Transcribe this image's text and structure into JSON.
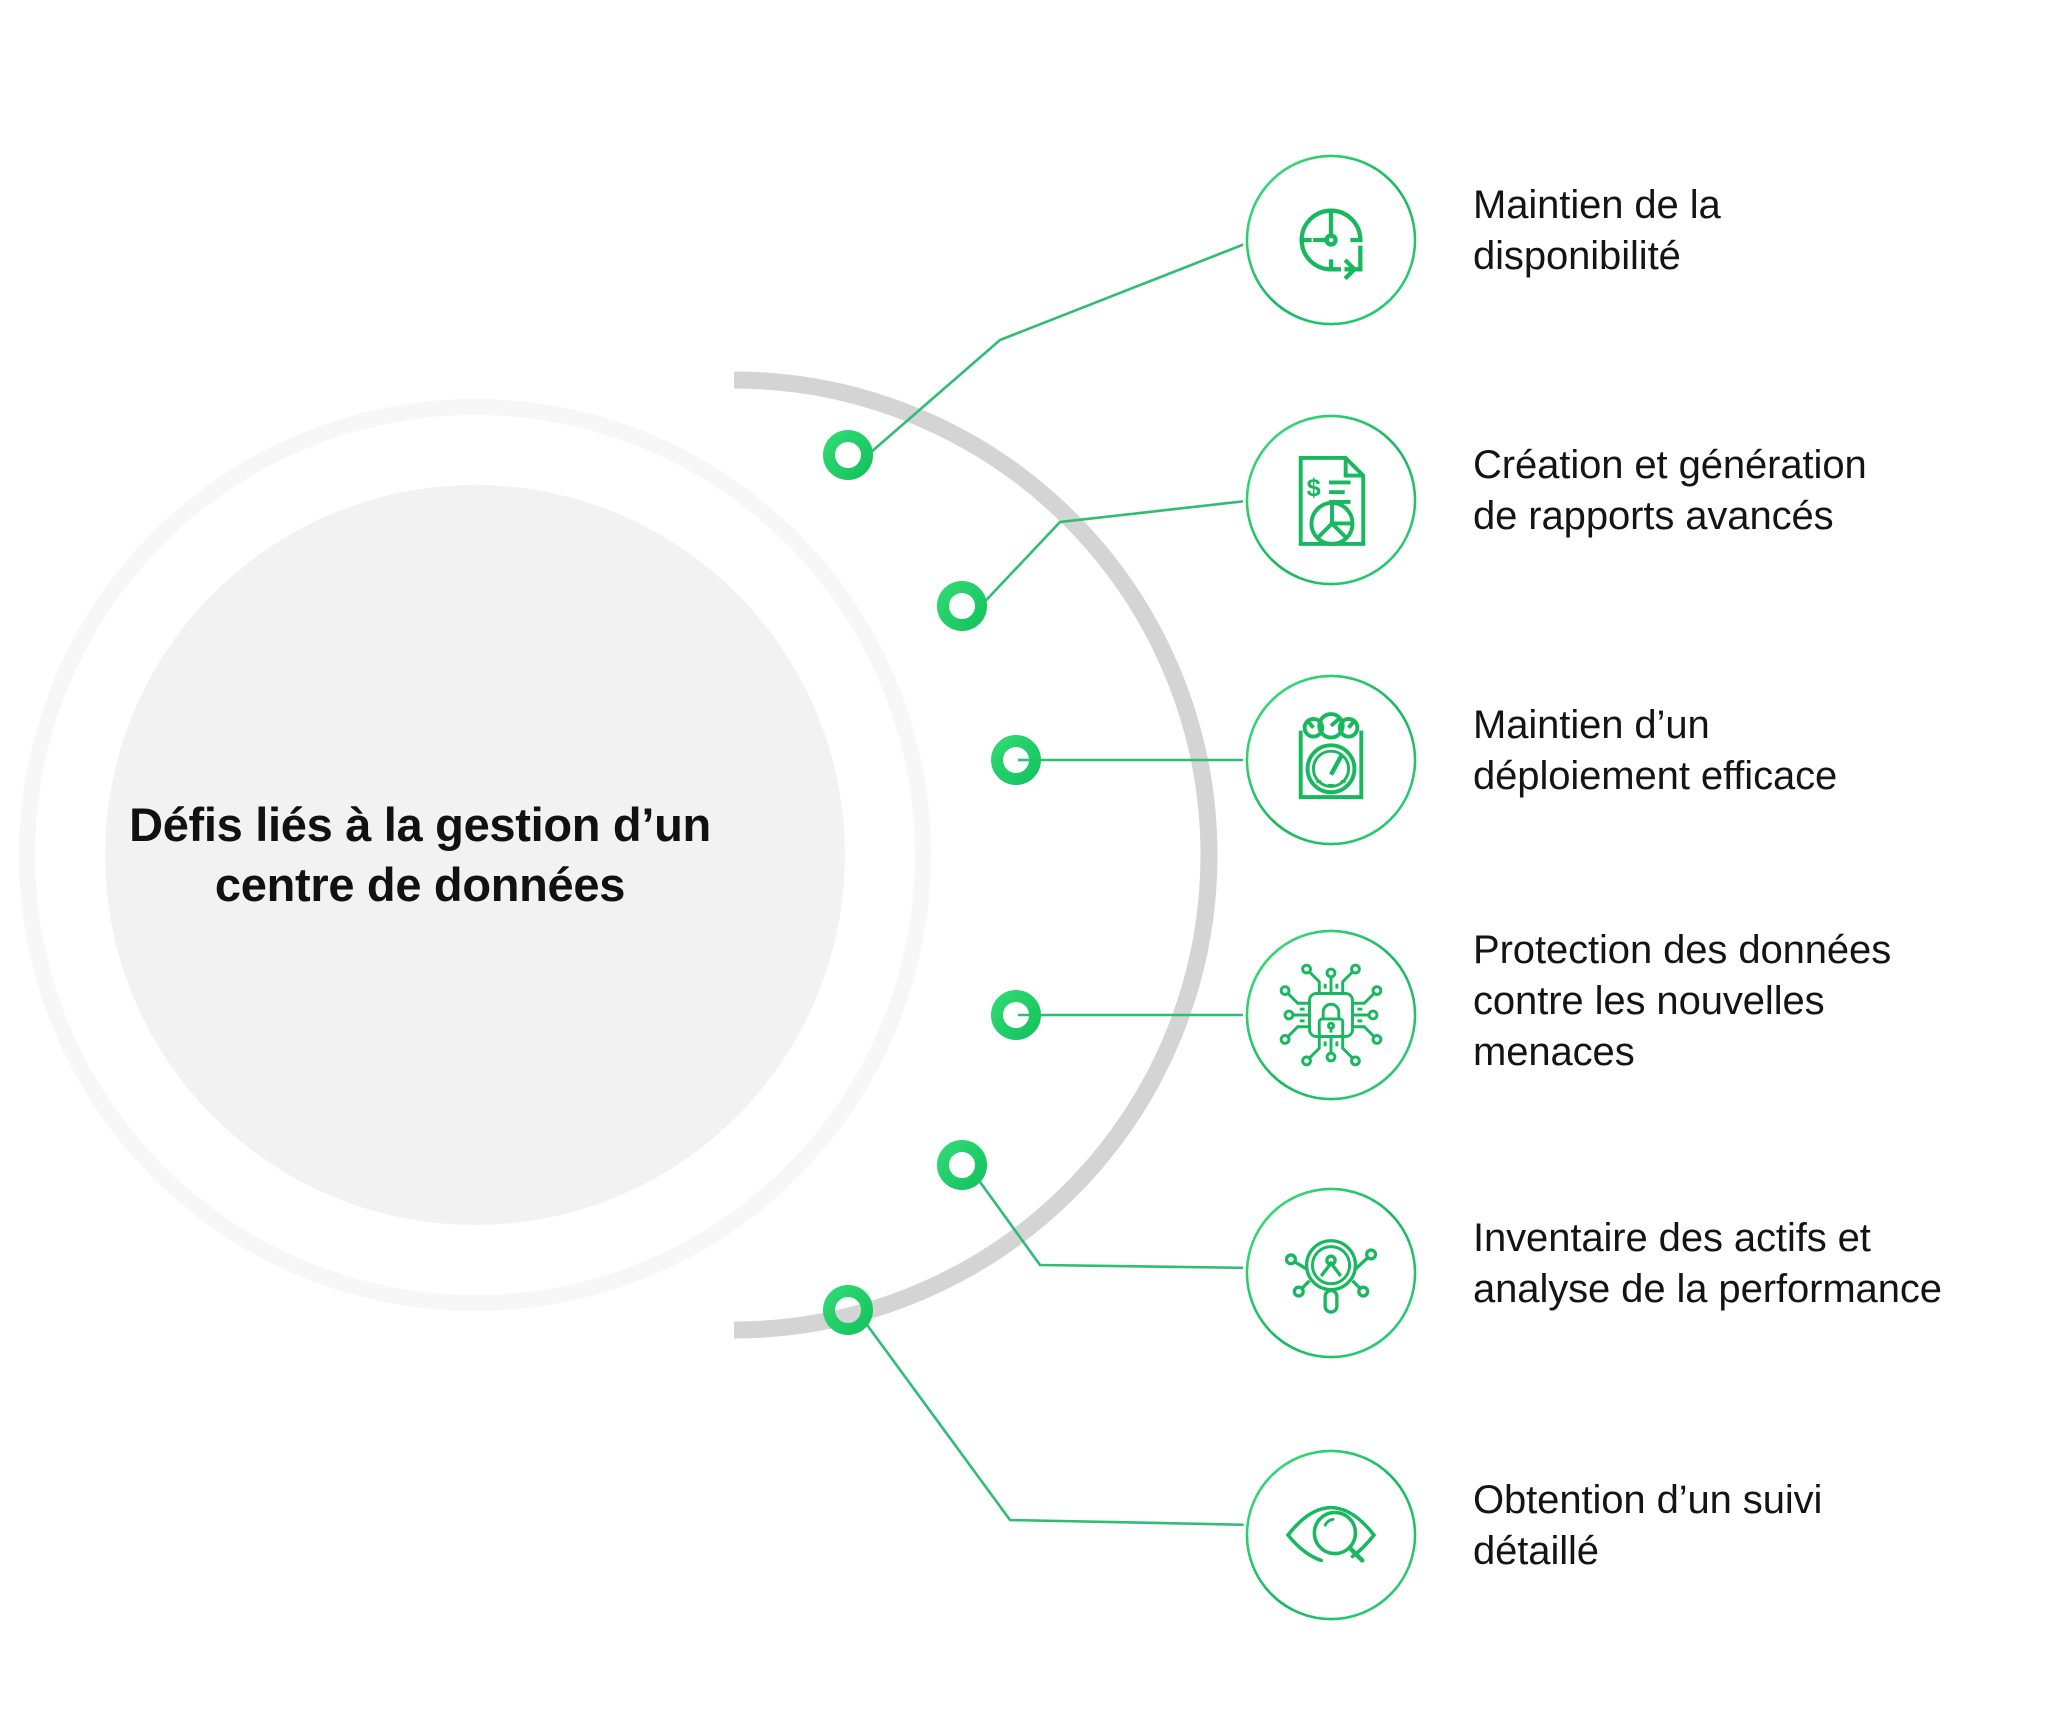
{
  "center": {
    "title": "Défis liés à la gestion d’un\ncentre de données",
    "ring_color": "#f7f7f7",
    "disc_color": "#f2f2f2",
    "arc_color": "#d4d4d4"
  },
  "theme": {
    "node_green": "#24cf68",
    "icon_green": "#1fbf62",
    "connector_green": "#2ebd73",
    "text_color": "#141414"
  },
  "items": [
    {
      "id": 1,
      "label": "Maintien de la\ndisponibilité",
      "icon": "clock-refresh-icon"
    },
    {
      "id": 2,
      "label": "Création et génération\nde rapports avancés",
      "icon": "financial-report-icon"
    },
    {
      "id": 3,
      "label": "Maintien d’un\ndéploiement efficace",
      "icon": "gauge-dashboard-icon"
    },
    {
      "id": 4,
      "label": "Protection des données\ncontre les nouvelles\nmenaces",
      "icon": "chip-lock-icon"
    },
    {
      "id": 5,
      "label": "Inventaire des actifs et\nanalyse de la performance",
      "icon": "magnifier-network-icon"
    },
    {
      "id": 6,
      "label": "Obtention d’un suivi\ndétaillé",
      "icon": "eye-magnifier-icon"
    }
  ]
}
